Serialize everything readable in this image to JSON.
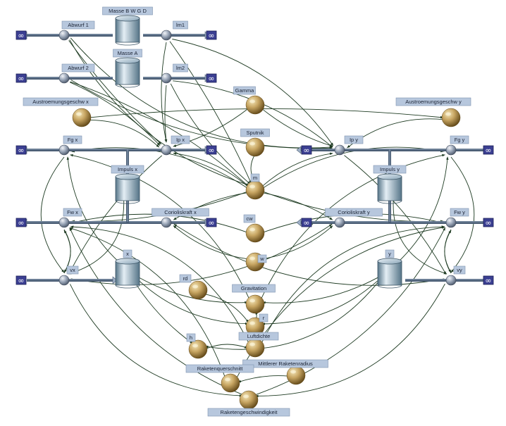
{
  "diagram": {
    "colors": {
      "background": "#ffffff",
      "link": "#1e3b22",
      "pipe": "#4a5d74",
      "label_bg": "#b7c7dd",
      "label_border": "#7f93b0",
      "sink_bg": "#3b3f92",
      "sphere_light": "#f4e6b8",
      "sphere_mid": "#c7a562",
      "sphere_dark": "#5e4515",
      "tank_light": "#e4eef5",
      "tank_dark": "#557487",
      "valve_light": "#f2f4f8",
      "valve_dark": "#4a5668"
    },
    "cloud_symbol": "∞",
    "stocks": [
      {
        "id": "masse_bwgd",
        "label": "Masse B W G D"
      },
      {
        "id": "masse_a",
        "label": "Masse A"
      },
      {
        "id": "impuls_x",
        "label": "Impuls x"
      },
      {
        "id": "impuls_y",
        "label": "Impuls y"
      },
      {
        "id": "x",
        "label": "x"
      },
      {
        "id": "y",
        "label": "y"
      }
    ],
    "flows": [
      {
        "id": "abwurf1",
        "label": "Abwurf 1"
      },
      {
        "id": "lm1",
        "label": "lm1"
      },
      {
        "id": "abwurf2",
        "label": "Abwurf 2"
      },
      {
        "id": "lm2",
        "label": "lm2"
      },
      {
        "id": "fgx",
        "label": "Fg x"
      },
      {
        "id": "ipx",
        "label": "Ip x"
      },
      {
        "id": "ipy",
        "label": "Ip y"
      },
      {
        "id": "fgy",
        "label": "Fg y"
      },
      {
        "id": "fwx",
        "label": "Fw x"
      },
      {
        "id": "coriolisx",
        "label": "Corioliskraft x"
      },
      {
        "id": "coriolisy",
        "label": "Corioliskraft y"
      },
      {
        "id": "fwy",
        "label": "Fw y"
      },
      {
        "id": "vx",
        "label": "vx"
      },
      {
        "id": "vy",
        "label": "vy"
      }
    ],
    "converters": [
      {
        "id": "gamma",
        "label": "Gamma"
      },
      {
        "id": "ausx",
        "label": "Austroemungsgeschw x"
      },
      {
        "id": "ausy",
        "label": "Austroemungsgeschw y"
      },
      {
        "id": "sputnik",
        "label": "Sputnik"
      },
      {
        "id": "m",
        "label": "m"
      },
      {
        "id": "cw",
        "label": "cw"
      },
      {
        "id": "w",
        "label": "w"
      },
      {
        "id": "rd",
        "label": "rd"
      },
      {
        "id": "grav",
        "label": "Gravitation"
      },
      {
        "id": "r",
        "label": "r"
      },
      {
        "id": "h",
        "label": "h"
      },
      {
        "id": "luft",
        "label": "Luftdichte"
      },
      {
        "id": "radius",
        "label": "Mittlerer Raketenradius"
      },
      {
        "id": "quer",
        "label": "Raketenquerschnitt"
      },
      {
        "id": "speed",
        "label": "Raketengeschwindigkeit"
      }
    ]
  }
}
